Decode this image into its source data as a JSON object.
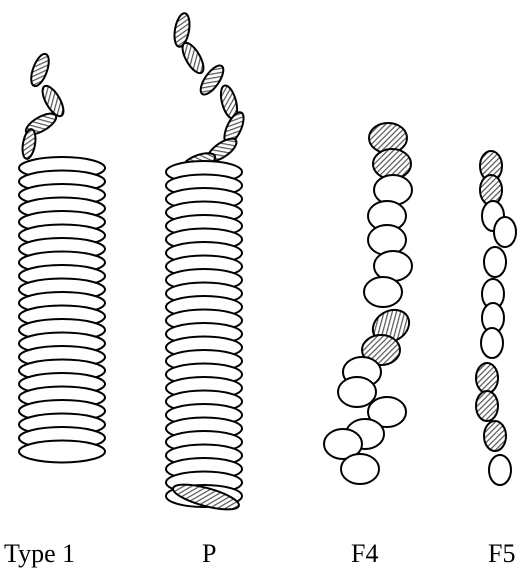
{
  "labels": [
    "Type 1",
    "P",
    "F4",
    "F5"
  ],
  "colors": {
    "stroke": "#000000",
    "fill": "#ffffff",
    "hatch_fill": "#8a8a8a"
  }
}
